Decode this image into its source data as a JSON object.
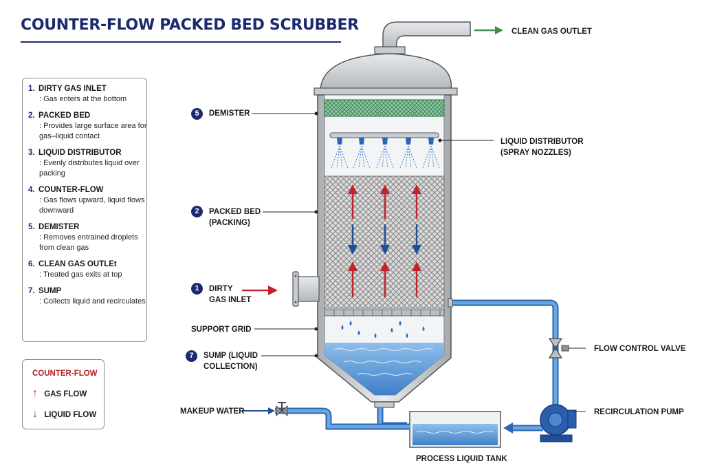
{
  "title": "COUNTER-FLOW PACKED BED SCRUBBER",
  "legend": [
    {
      "num": "1.",
      "head": "DIRTY GAS INLET",
      "desc": ": Gas enters at the bottom"
    },
    {
      "num": "2.",
      "head": "PACKED BED",
      "desc": ": Provides large surface area for gas–liquid contact"
    },
    {
      "num": "3.",
      "head": "LIQUID DISTRIBUTOR",
      "desc": ": Evenly distributes liquid over packing"
    },
    {
      "num": "4.",
      "head": "COUNTER-FLOW",
      "desc": ": Gas flows upward, liquid flows downward"
    },
    {
      "num": "5.",
      "head": "DEMISTER",
      "desc": ": Removes entrained droplets from clean gas"
    },
    {
      "num": "6.",
      "head": "CLEAN GAS OUTLEt",
      "desc": ": Treated gas exits at top"
    },
    {
      "num": "7.",
      "head": "SUMP",
      "desc": ": Collects liquid and recirculates"
    }
  ],
  "flow_key": {
    "title": "COUNTER-FLOW",
    "gas": "GAS FLOW",
    "liquid": "LIQUID FLOW",
    "gas_color": "#c0242a",
    "liquid_color": "#1f4f9c"
  },
  "labels": {
    "clean_gas_outlet": "CLEAN GAS OUTLET",
    "demister_num": "5",
    "demister": "DEMISTER",
    "liquid_distributor": "LIQUID DISTRIBUTOR\n(SPRAY NOZZLES)",
    "packed_bed_num": "2",
    "packed_bed": "PACKED BED\n(PACKING)",
    "dirty_gas_num": "1",
    "dirty_gas": "DIRTY\nGAS INLET",
    "support_grid": "SUPPORT GRID",
    "sump_num": "7",
    "sump": "SUMP (LIQUID\nCOLLECTION)",
    "flow_control_valve": "FLOW CONTROL VALVE",
    "makeup_water": "MAKEUP WATER",
    "recirculation_pump": "RECIRCULATION PUMP",
    "process_tank": "PROCESS LIQUID TANK"
  },
  "colors": {
    "title": "#1b2a6e",
    "steel": "#c9ced3",
    "water": "#5b9bd8",
    "pipe": "#4a88cf",
    "demister": "#8cc9a2",
    "gas_arrow": "#c0242a",
    "liquid_arrow": "#1f4f9c",
    "clean_arrow": "#3e8e4a"
  }
}
